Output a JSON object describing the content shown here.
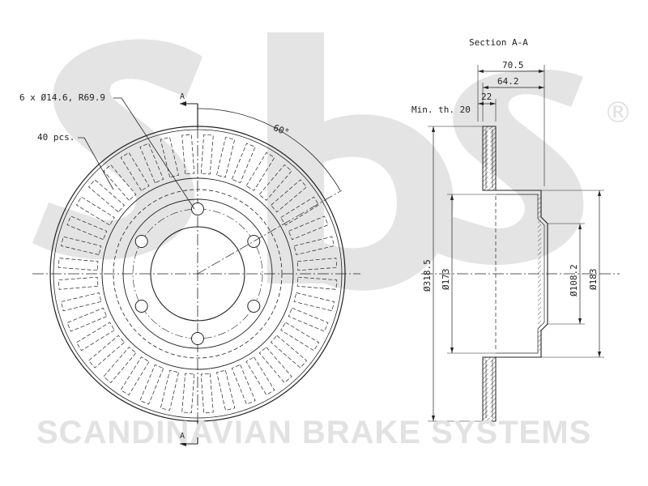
{
  "brand": {
    "name": "SCANDINAVIAN BRAKE SYSTEMS",
    "registered_mark": "®",
    "watermark_color": "#e2e2e2"
  },
  "front_view": {
    "bolt_callout": "6 x Ø14.6, R69.9",
    "vent_callout": "40 pcs.",
    "section_marker_top": "A",
    "section_marker_bottom": "A",
    "angle_label": "60°"
  },
  "section_view": {
    "title": "Section A-A",
    "min_thickness": "Min. th. 20",
    "dim_total_height": "70.5",
    "dim_hat_height": "64.2",
    "dim_disc_thickness": "22",
    "dim_outer_diameter": "Ø318.5",
    "dim_hat_diameter": "Ø173",
    "dim_bore_diameter": "Ø108.2",
    "dim_hat_outer_diameter": "Ø183"
  },
  "colors": {
    "line": "#222222",
    "hatch": "#555555"
  }
}
